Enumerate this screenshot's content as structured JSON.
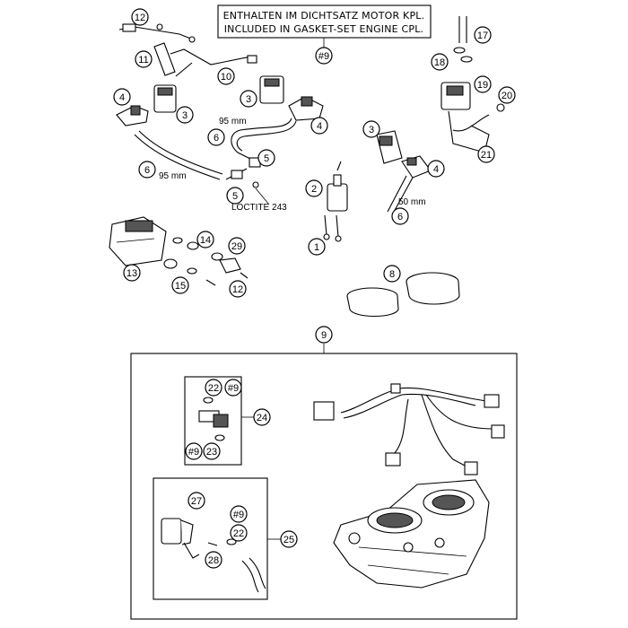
{
  "header": {
    "line1": "ENTHALTEN IM DICHTSATZ MOTOR KPL.",
    "line2": "INCLUDED IN GASKET-SET ENGINE CPL."
  },
  "markers": {
    "hash9": "#9",
    "n1": "1",
    "n2": "2",
    "n3": "3",
    "n4": "4",
    "n5": "5",
    "n6": "6",
    "n8": "8",
    "n9": "9",
    "n10": "10",
    "n11": "11",
    "n12": "12",
    "n13": "13",
    "n14": "14",
    "n15": "15",
    "n17": "17",
    "n18": "18",
    "n19": "19",
    "n20": "20",
    "n21": "21",
    "n22": "22",
    "n23": "23",
    "n24": "24",
    "n25": "25",
    "n27": "27",
    "n28": "28",
    "n29": "29"
  },
  "notes": {
    "hose95a": "95 mm",
    "hose95b": "95 mm",
    "hose50": "50 mm",
    "loctite": "LOCTITE 243"
  }
}
